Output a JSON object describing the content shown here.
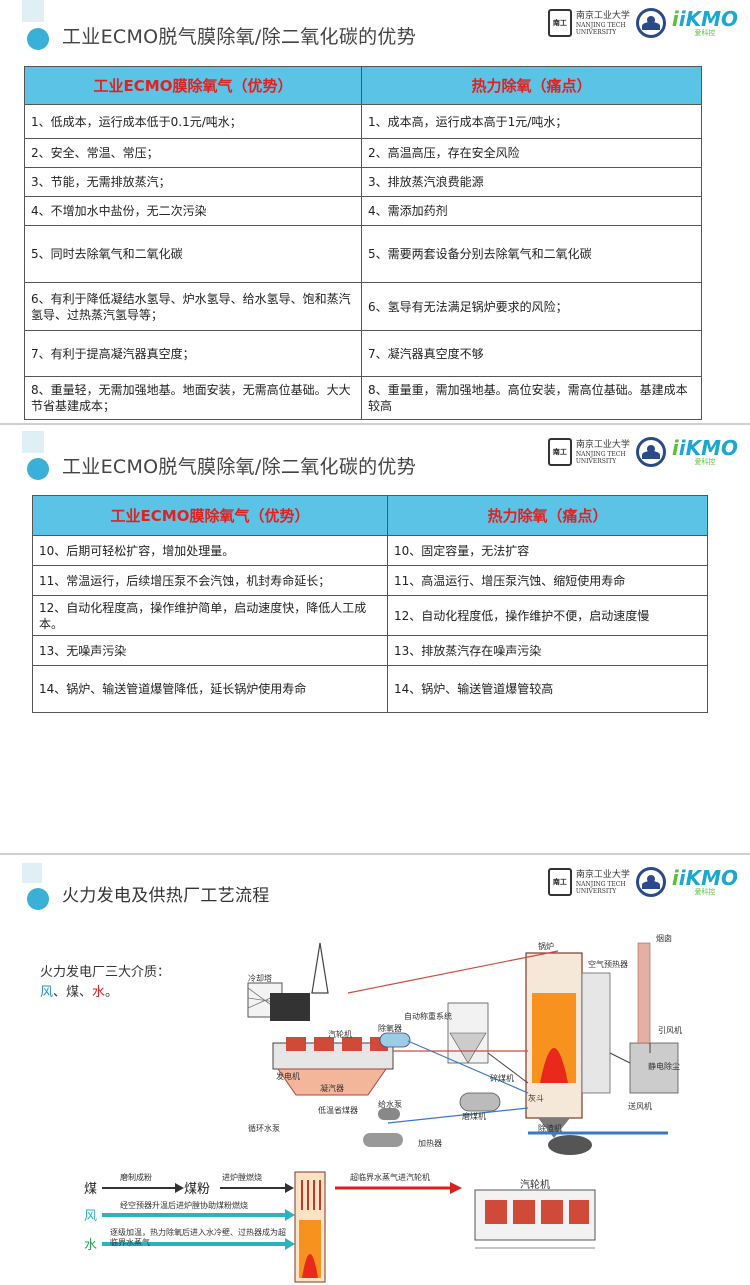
{
  "slides": {
    "s1": {
      "title": "工业ECMO脱气膜除氧/除二氧化碳的优势",
      "headers": {
        "left": "工业ECMO膜除氧气（优势）",
        "right": "热力除氧（痛点）"
      },
      "rows": [
        {
          "left": "1、低成本，运行成本低于0.1元/吨水；",
          "right": "1、成本高，运行成本高于1元/吨水；"
        },
        {
          "left": "2、安全、常温、常压；",
          "right": "2、高温高压，存在安全风险"
        },
        {
          "left": "3、节能，无需排放蒸汽；",
          "right": "3、排放蒸汽浪费能源"
        },
        {
          "left": "4、不增加水中盐份，无二次污染",
          "right": "4、需添加药剂"
        },
        {
          "left": "5、同时去除氧气和二氧化碳",
          "right": "5、需要两套设备分别去除氧气和二氧化碳"
        },
        {
          "left": "6、有利于降低凝结水氢导、炉水氢导、给水氢导、饱和蒸汽氢导、过热蒸汽氢导等；",
          "right": "6、氢导有无法满足锅炉要求的风险；"
        },
        {
          "left": "7、有利于提高凝汽器真空度；",
          "right": "7、凝汽器真空度不够"
        },
        {
          "left": "8、重量轻，无需加强地基。地面安装，无需高位基础。大大节省基建成本；",
          "right": "8、重量重，需加强地基。高位安装，需高位基础。基建成本较高"
        }
      ]
    },
    "s2": {
      "title": "工业ECMO脱气膜除氧/除二氧化碳的优势",
      "headers": {
        "left": "工业ECMO膜除氧气（优势）",
        "right": "热力除氧（痛点）"
      },
      "rows": [
        {
          "left": "10、后期可轻松扩容，增加处理量。",
          "right": "10、固定容量，无法扩容"
        },
        {
          "left": "11、常温运行，后续增压泵不会汽蚀，机封寿命延长；",
          "right": "11、高温运行、增压泵汽蚀、缩短使用寿命"
        },
        {
          "left": "12、自动化程度高，操作维护简单，启动速度快，降低人工成本。",
          "right": "12、自动化程度低，操作维护不便，启动速度慢"
        },
        {
          "left": "13、无噪声污染",
          "right": "13、排放蒸汽存在噪声污染"
        },
        {
          "left": "14、锅炉、输送管道爆管降低，延长锅炉使用寿命",
          "right": "14、锅炉、输送管道爆管较高"
        }
      ]
    },
    "s3": {
      "title": "火力发电及供热厂工艺流程",
      "media_intro": "火力发电厂三大介质：",
      "media_wind": "风",
      "media_sep1": "、煤、",
      "media_water": "水",
      "media_end": "。",
      "diagram_labels": [
        "冷却塔",
        "汽轮机",
        "发电机",
        "凝汽器",
        "自动称重系统",
        "磨煤机",
        "除氧器",
        "加热器",
        "引风机",
        "静电除尘",
        "锅炉",
        "灰斗",
        "除渣机",
        "烟囱",
        "送风机",
        "循环水泵",
        "给水泵",
        "低温省煤器",
        "碎煤机",
        "空气预热器"
      ],
      "flow": {
        "coal": "煤",
        "wind": "风",
        "water": "水",
        "coal_powder": "煤粉",
        "grind": "磨制成粉",
        "to_furnace": "进炉膛燃烧",
        "preheat": "经空预器升温后进炉膛协助煤粉燃烧",
        "water_path": "逐级加温，热力除氧后进入水冷壁、过热器成为超临界水蒸气",
        "steam": "超临界水蒸气进汽轮机",
        "turbine": "汽轮机"
      }
    }
  },
  "logo": {
    "njtech_cn": "南京工业大学",
    "njtech_en1": "NANJING TECH",
    "njtech_en2": "UNIVERSITY",
    "ikmo_text": "iKMO",
    "ikmo_sub": "爱科控"
  },
  "colors": {
    "header_bg": "#5bc3e6",
    "header_text": "#e32020",
    "dot": "#3ab0d8",
    "wind": "#2a8fcf",
    "water": "#d82020"
  }
}
